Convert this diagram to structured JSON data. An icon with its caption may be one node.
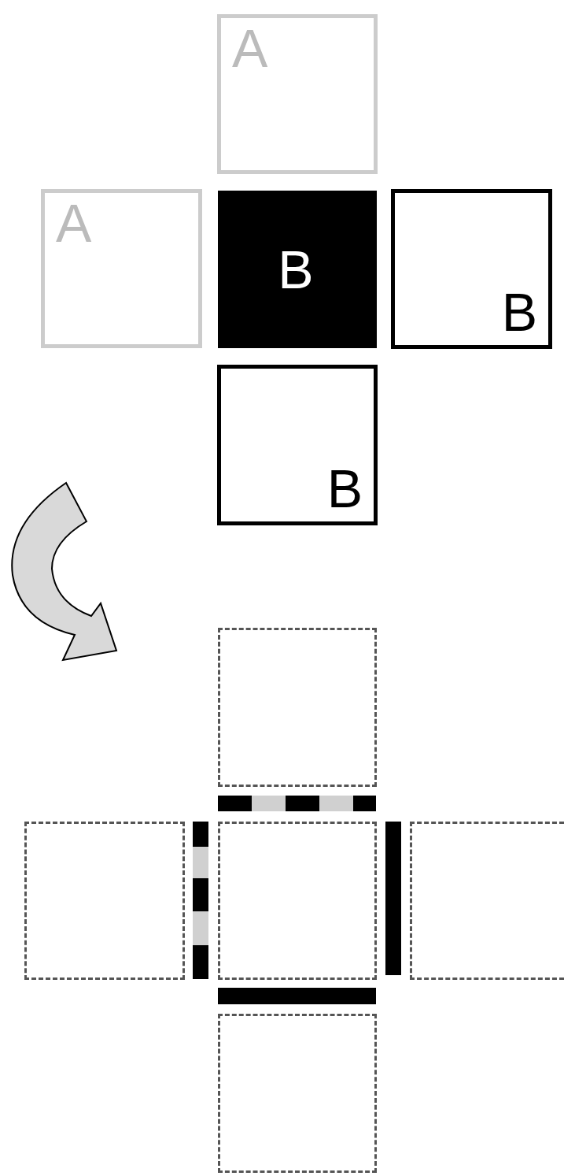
{
  "diagram": {
    "nodes": [
      {
        "text": [
          "A"
        ]
      },
      {
        "text": [
          "A"
        ]
      },
      {
        "text": [
          "B"
        ]
      },
      {
        "text": [
          "B"
        ]
      },
      {
        "text": [
          "B"
        ]
      },
      {
        "text": [],
        "shape": "box"
      },
      {
        "text": [],
        "shape": "box"
      },
      {
        "text": [],
        "shape": "box"
      },
      {
        "text": [],
        "shape": "box"
      },
      {
        "text": [],
        "shape": "box"
      }
    ]
  }
}
